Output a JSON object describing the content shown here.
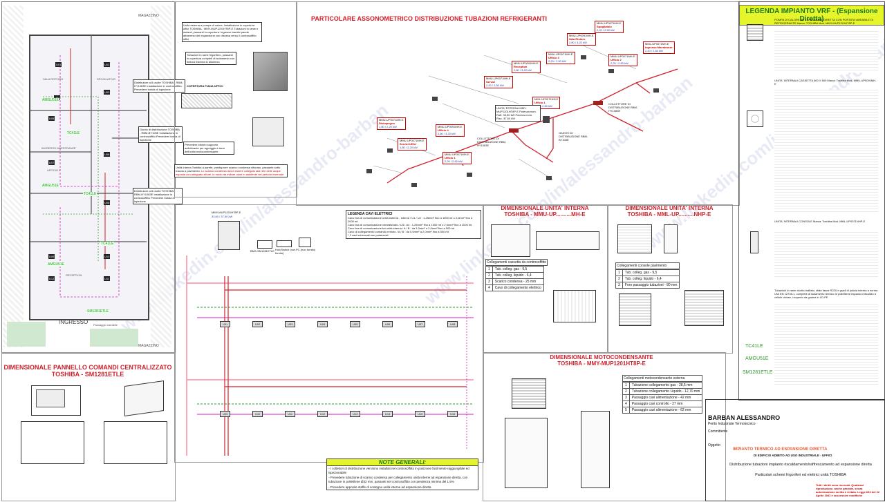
{
  "plan": {
    "magazzino_top": "MAGAZZINO",
    "magazzino_bottom": "MAGAZZINO",
    "ingresso": "INGRESSO",
    "parcheggio": "Passaggio carrabile",
    "rooms": [
      "SALA RISTORO",
      "SPOGLIATOIO",
      "INGRESSO MAESTRANZE",
      "UFFICIO 2",
      "UFFICIO 1",
      "RISTORO",
      "SERVIZI",
      "UFFICIO 3",
      "RECEPTION",
      "DISIMPEGNO"
    ],
    "units": [
      "U01",
      "U02",
      "U03",
      "U04",
      "U05",
      "U06",
      "U07",
      "U08",
      "U09",
      "U10",
      "U11",
      "U12",
      "U13",
      "U14",
      "U15",
      "U16"
    ],
    "tags": [
      "AMGU51E",
      "TC41LE",
      "AMGU51E",
      "TC41LE",
      "AMGU51E",
      "TC41LE",
      "SM1281ETLE"
    ]
  },
  "notes_top": {
    "n1": "Unità esterna a pompa di calore, installazione in copertura uffici TOSHIBA - MMY-MUP1201HT8P-E Tubazioni in rame e isolanti, passanti in copertura. Ingresso tramite parete attraverso del espansione con discesa verso il controsoffitto uffici",
    "n2": "Tubazioni in rame frigorifero, passanti in copertura completi di isolamento con finitura esterna in alluminio",
    "copertura": "COPERTURA PIANA UFFICI",
    "n3": "Distributore a 8 uscite TOSHIBA - RBM-HY1083E Installazione in controsoffitto. Prevedere botola di ispezione",
    "n4": "Giunto di distribuzione TOSHIBA - RBM-BY105E Installazione in controsoffitto Prevedere botola di ispezione",
    "n5": "Distributore a 8 uscite TOSHIBA - RBM-HY1083E Installazione in controsoffitto Prevedere botola di ispezione",
    "n6": "Unità interna Toshiba a parete, predisporre scarico condensa sifonato, passante sotto traccia a pavimento.",
    "n6_red": "Lo scarico condensa dovrà essere collegato alla rete delle acque esposta con adeguato sifone, in modo da evitare odori in ambiente nel periodo invernale",
    "n7": "Prevedere idoneo supporto antivibrante per appoggio a terra dell'unità motocondensante"
  },
  "iso": {
    "title": "PARTICOLARE ASSONOMETRICO DISTRIBUZIONE TUBAZIONI REFRIGERANTI",
    "ext_unit": "UNITA' ESTERNA MMY-MUP1201HT8P-E Potenza nom. Raff. 33,50 kW Potenza nom. Risc. 37,50 kW",
    "collettori": [
      "COLLETTORE DI DISTRIBUZIONE RBM-HY1083E",
      "COLLETTORE DI DISTRIBUZIONE RBM-HY1083E"
    ],
    "giunto": "GIUNTO DI DISTRIBUZIONE RBM-BY105E",
    "labels": [
      {
        "code": "MMU-UP0071MH-E",
        "room": "Spogliatoio",
        "val": "2,20 / 2,50 kW"
      },
      {
        "code": "MMU-UP0091MH-E",
        "room": "Sala Ristoro",
        "val": "2,80 / 3,20 kW"
      },
      {
        "code": "MML-UP0071NH-E",
        "room": "Ingresso Maestranze",
        "val": "2,20 / 2,50 kW"
      },
      {
        "code": "MMU-UP0071MH-E",
        "room": "Ufficio 3",
        "val": "2,20 / 2,50 kW"
      },
      {
        "code": "MMU-UP0071MH-E",
        "room": "Ufficio 2",
        "val": "2,20 / 2,50 kW"
      },
      {
        "code": "MMU-UP0091MH-E",
        "room": "Reception",
        "val": "2,80 / 3,20 kW"
      },
      {
        "code": "MMU-UP0071MH-E",
        "room": "Servizi",
        "val": "2,20 / 2,50 kW"
      },
      {
        "code": "MML-UP0071NH-E",
        "room": "Ufficio 1",
        "val": "2,20 / 2,50 kW"
      },
      {
        "code": "MMU-UP0071MH-E",
        "room": "Disimpegno",
        "val": "1,80 / 2,20 kW"
      },
      {
        "code": "MMU-UP0091MH-E",
        "room": "Ufficio 4",
        "val": "2,80 / 3,20 kW"
      },
      {
        "code": "MMU-UP0071MH-E",
        "room": "Servizi Uffici",
        "val": "1,80 / 2,20 kW"
      },
      {
        "code": "MMU-UP0071MH-E",
        "room": "Ufficio 1",
        "val": "2,20 / 2,50 kW"
      }
    ]
  },
  "elec": {
    "ext_code": "MMY-MUP1201HT8P-E",
    "ext_kw": "33,50 / 37,50 kW",
    "bms": "BMS-SM1281ETLE",
    "hub": "Hub/Switch (non fornito)",
    "pc": "PC (non fornito)",
    "legend_title": "LEGENDA CAVI ELETTRICI",
    "legend": [
      "Cavo bus di comunicazione unità esterna - interna / U1 / U2 : 1,25mm² fino a 1000 mt o 2,0mm² fino a 2000 mt",
      "Cavo bus di comunicazione centralizzato / U3 / U4 : 1,25mm² fino a 1000 mt o 2,0mm² fino a 2000 mt",
      "Cavo bus di comunicazione tra unità interna / A / B : da 1,0mm² a 2,0mm² fino a 500 mt",
      "Cavo di collegamento comando remoto / A / B : da 0,5mm² a 2,0mm² fino a 500 mt",
      "* 2 cavi schermati non polarizzati"
    ],
    "units_row1": [
      "U01",
      "U02",
      "U03",
      "U04",
      "U05",
      "U06",
      "U07",
      "U08"
    ],
    "units_row2": [
      "U09",
      "U10",
      "U11",
      "U12",
      "U13",
      "U14",
      "U15",
      "U16"
    ]
  },
  "dim_mmu": {
    "title": "DIMENSIONALE UNITA' INTERNA",
    "subtitle": "TOSHIBA - MMU-UP..........MH-E"
  },
  "dim_mml": {
    "title": "DIMENSIONALE UNITA' INTERNA",
    "subtitle": "TOSHIBA - MML-UP..........NHP-E"
  },
  "dim_moto": {
    "title": "DIMENSIONALE MOTOCONDENSANTE",
    "subtitle": "TOSHIBA - MMY-MUP1201HT8P-E"
  },
  "dim_panel": {
    "title": "DIMENSIONALE PANNELLO COMANDI CENTRALIZZATO",
    "subtitle": "TOSHIBA - SM1281ETLE"
  },
  "cassetta_table": {
    "title": "Collegamenti cassetta da controsoffitto",
    "rows": [
      [
        "1",
        "Tub. colleg. gas - 9,5"
      ],
      [
        "2",
        "Tub. colleg. liquido - 6,4"
      ],
      [
        "3",
        "Scarico condensa - 25 mm"
      ],
      [
        "4",
        "Cavo di collegamento elettrico"
      ]
    ]
  },
  "console_table": {
    "title": "Collegamenti console pavimento",
    "rows": [
      [
        "1",
        "Tub. colleg. gas - 9,5"
      ],
      [
        "2",
        "Tub. colleg. liquido - 6,4"
      ],
      [
        "3",
        "Foro passaggio tubazioni - 80 mm"
      ]
    ]
  },
  "moto_table": {
    "title": "Collegamenti motocondensante esterna",
    "rows": [
      [
        "1",
        "Tubazione collegamento gas - 28,6 mm"
      ],
      [
        "2",
        "Tubazione collegamento Liquido - 12,70 mm"
      ],
      [
        "3",
        "Passaggio cavi alimentazione - 42 mm"
      ],
      [
        "4",
        "Passaggio cavi controllo - 27 mm"
      ],
      [
        "5",
        "Passaggio cavi alimentazione - 62 mm"
      ]
    ]
  },
  "note_generali": {
    "title": "NOTE GENERALI:",
    "lines": [
      "- I collettori di distribuzione verranno installati nel controsoffitto in posizione facilmente raggiungibile ed ispezionabile",
      "- Prevedere tubazione di scarico condensa per collegamento unità interne ad espansione diretta, con tubazione in polietilene Ø32 mm, passanti nel controsoffitto con pendenza minima del 1,5%",
      "- Prevedere apposite staffe di sostegno unità interne ad espansione diretta"
    ]
  },
  "legend": {
    "title": "LEGENDA IMPIANTO VRF - (Espansione Diretta)",
    "s1": "POMPA DI CALORE AD ESPANSIONE DIRETTA CON PORTATA VARIABILE DI REFRIGERANTE Marca: TOSHIBA Mod. MMY-MUP1201HT8P-E",
    "s2": "UNITA' INTERNA A CASSETTA 600 X 600 Marca: Toshiba Mod. MMU-UP0091MH-E",
    "s3": "UNITA' INTERNA A CONSOLE Marca: Toshiba Mod. MML-UP0071NHP-E",
    "tags": [
      "TC41LE",
      "AMGU51E",
      "SM1281ETLE"
    ],
    "dist_note": "Tubazioni in rame ricotto trafilato, sfate fasce R220 e gradi di pulizia interna a norma UNI EN 12735-1, complete di isolamento termico in polietilene espanso reticolato a cellule chiuse, ricoperto da guaina in LD-PE"
  },
  "title_block": {
    "name": "BARBAN ALESSANDRO",
    "role": "Perito Industriale Termotecnico",
    "committente": "Committente",
    "oggetto": "Oggetto",
    "impianto": "IMPIANTO TERMICO AD ESPANSIONE DIRETTA",
    "edificio": "DI EDIFICIO ADIBITO AD USO INDUSTRIALE - UFFICI",
    "desc": "Distribuzione tubazioni impianto riscaldamento/raffrescamento ad espansione diretta",
    "desc2": "Particolari schemi frigoriferi ed elettrici unità TOSHIBA",
    "copyright": "Tutti i diritti sono riservati. Qualsiasi riproduzione, anche parziale, senza autorizzazione scritta è vietata. Legge 633 del 22 Aprile 1941 e successive modifiche"
  },
  "colors": {
    "red": "#d0202a",
    "green": "#2aa02a",
    "magenta": "#d020c0",
    "pink": "#ff8aa0",
    "legend_yellow": "#e6f52a"
  }
}
